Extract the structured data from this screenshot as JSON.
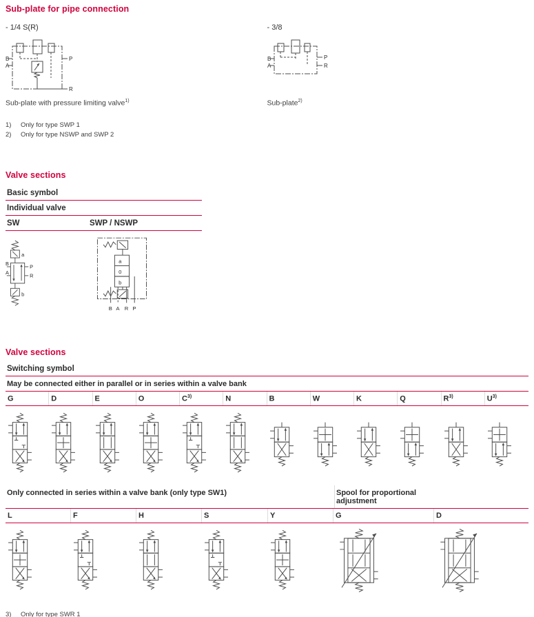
{
  "colors": {
    "accent": "#cf033e",
    "schematic_line": "#4b4b4b",
    "text": "#262626",
    "divider": "#dcdcdc"
  },
  "subplate": {
    "title": "Sub-plate for pipe connection",
    "left": {
      "size_label": "- 1/4 S(R)",
      "caption": "Sub-plate with pressure limiting valve",
      "caption_sup": "1)",
      "port_b": "B",
      "port_a": "A",
      "port_p": "P",
      "port_r": "R"
    },
    "right": {
      "size_label": "- 3/8",
      "caption": "Sub-plate",
      "caption_sup": "2)",
      "port_b": "B",
      "port_a": "A",
      "port_p": "P",
      "port_r": "R"
    },
    "footnotes": [
      {
        "num": "1)",
        "text": "Only for type SWP 1"
      },
      {
        "num": "2)",
        "text": "Only for type NSWP and SWP 2"
      }
    ]
  },
  "basic": {
    "title": "Valve sections",
    "subhead1": "Basic symbol",
    "subhead2": "Individual valve",
    "col1": "SW",
    "col2": "SWP / NSWP",
    "sw": {
      "a": "a",
      "b": "b",
      "B": "B",
      "A": "A",
      "P": "P",
      "R": "R"
    },
    "swp": {
      "a": "a",
      "zero": "0",
      "b": "b",
      "B": "B",
      "A": "A",
      "R": "R",
      "P": "P"
    }
  },
  "switching": {
    "title": "Valve sections",
    "subhead": "Switching symbol",
    "band1": "May be connected either in parallel or in series within a valve bank",
    "row1": [
      {
        "label": "G",
        "sup": "",
        "symbol": "#v3a"
      },
      {
        "label": "D",
        "sup": "",
        "symbol": "#v3b"
      },
      {
        "label": "E",
        "sup": "",
        "symbol": "#v3c"
      },
      {
        "label": "O",
        "sup": "",
        "symbol": "#v3b"
      },
      {
        "label": "C",
        "sup": "3)",
        "symbol": "#v3a"
      },
      {
        "label": "N",
        "sup": "",
        "symbol": "#v3c"
      },
      {
        "label": "B",
        "sup": "",
        "symbol": "#v2a"
      },
      {
        "label": "W",
        "sup": "",
        "symbol": "#v2b"
      },
      {
        "label": "K",
        "sup": "",
        "symbol": "#v2a"
      },
      {
        "label": "Q",
        "sup": "",
        "symbol": "#v2b"
      },
      {
        "label": "R",
        "sup": "3)",
        "symbol": "#v2a"
      },
      {
        "label": "U",
        "sup": "3)",
        "symbol": "#v2b"
      }
    ],
    "band2_left": "Only connected in series within a valve bank (only type SW1)",
    "band2_right": "Spool for proportional adjustment",
    "row2": [
      {
        "label": "L",
        "symbol": "#v3b"
      },
      {
        "label": "F",
        "symbol": "#v3a"
      },
      {
        "label": "H",
        "symbol": "#v3c"
      },
      {
        "label": "S",
        "symbol": "#v3a"
      },
      {
        "label": "Y",
        "symbol": "#v3b"
      },
      {
        "label": "G",
        "symbol": "#vprop"
      },
      {
        "label": "D",
        "symbol": "#vprop"
      }
    ],
    "footnote": {
      "num": "3)",
      "text": "Only for type SWR 1"
    }
  }
}
